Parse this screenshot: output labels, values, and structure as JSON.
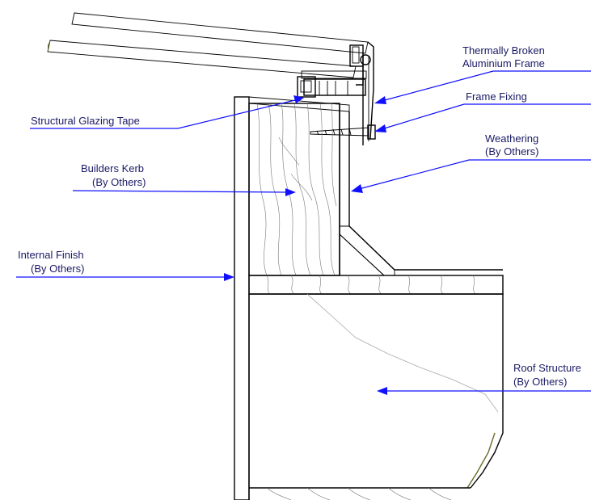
{
  "labels": {
    "thermally_broken_frame": [
      "Thermally Broken",
      "Aluminium Frame"
    ],
    "frame_fixing": [
      "Frame Fixing"
    ],
    "structural_glazing_tape": [
      "Structural Glazing Tape"
    ],
    "weathering": [
      "Weathering",
      "(By Others)"
    ],
    "builders_kerb": [
      "Builders Kerb",
      "(By Others)"
    ],
    "internal_finish": [
      "Internal Finish",
      "(By Others)"
    ],
    "roof_structure": [
      "Roof Structure",
      "(By Others)"
    ]
  },
  "colors": {
    "leader": "#1010ff",
    "label_text": "#1a1a66",
    "outline": "#000000",
    "hatch": "#555555",
    "wood_grain": "#777777",
    "membrane_edge": "#6b6b2a"
  }
}
